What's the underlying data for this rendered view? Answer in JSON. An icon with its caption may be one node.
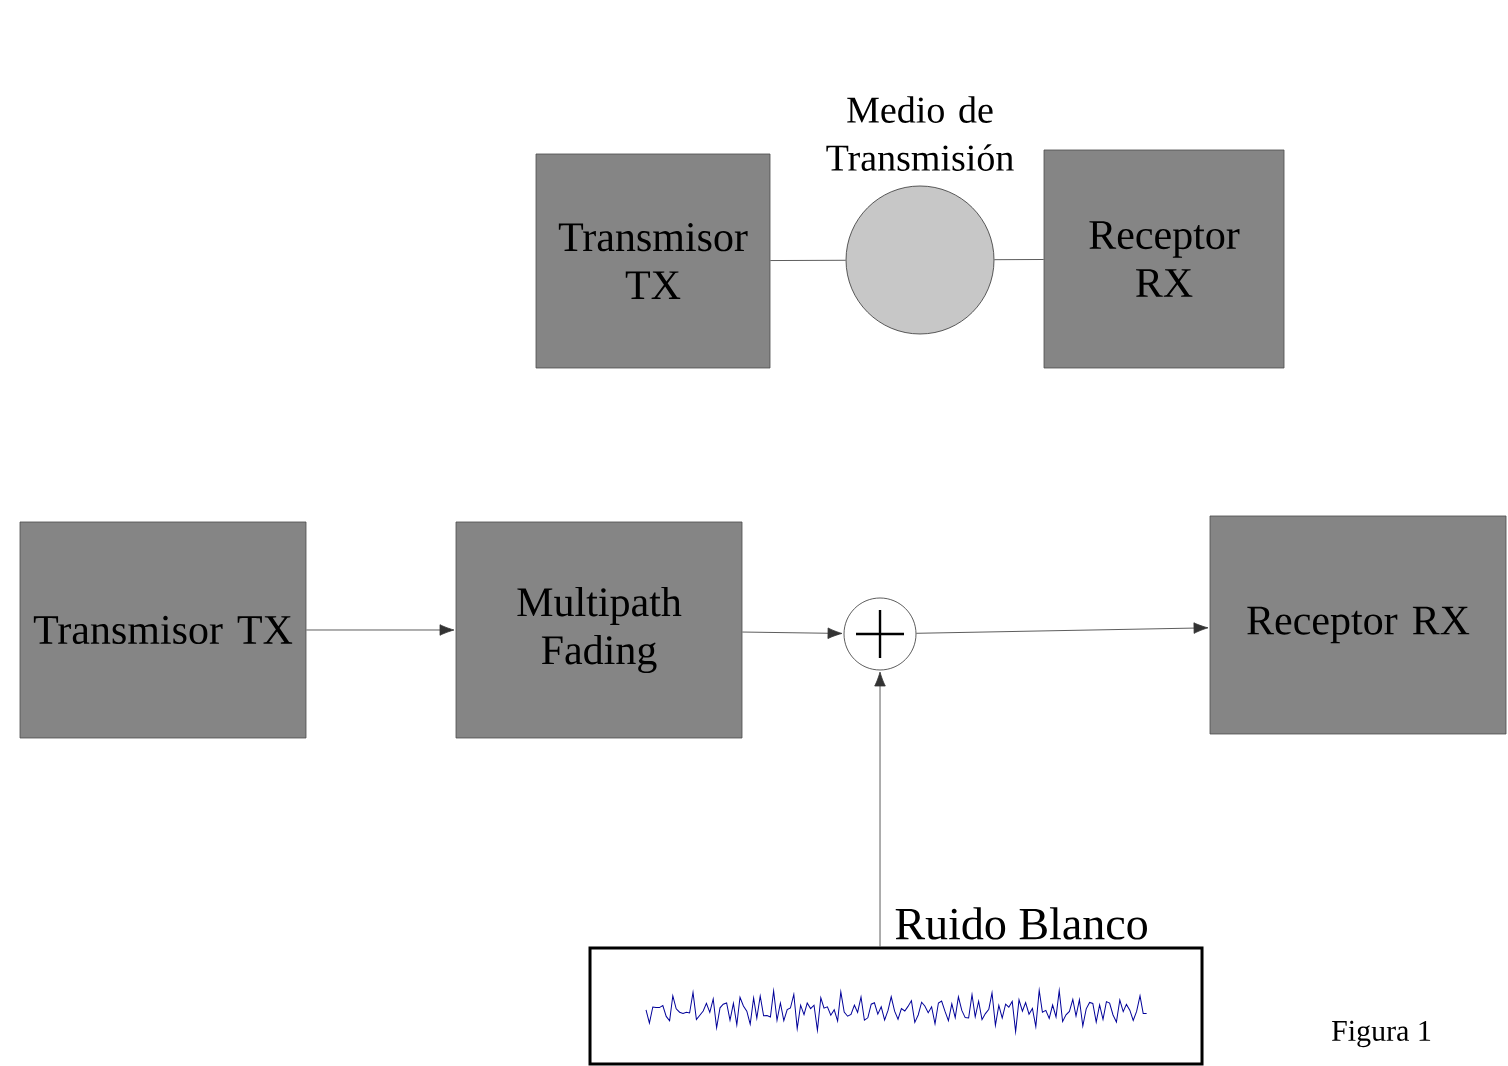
{
  "diagram": {
    "nodes": [
      {
        "text": [
          "Transmisor TX"
        ]
      },
      {
        "text": [
          "Medio de Transmisión"
        ]
      },
      {
        "text": [
          "Receptor RX"
        ]
      },
      {
        "text": [
          "Transmisor TX"
        ]
      },
      {
        "text": [
          "Multipath Fading"
        ]
      },
      {
        "text": [],
        "shape": "circle"
      },
      {
        "text": [
          "Receptor RX"
        ]
      },
      {
        "text": [
          "Ruido Blanco"
        ]
      }
    ],
    "edges": [
      {
        "from": 0,
        "to": 1,
        "arrow": "none"
      },
      {
        "from": 1,
        "to": 2,
        "arrow": "none"
      },
      {
        "from": 3,
        "to": 4,
        "arrow": "to"
      },
      {
        "from": 4,
        "to": 5,
        "arrow": "to"
      },
      {
        "from": 5,
        "to": 6,
        "arrow": "to"
      },
      {
        "from": 7,
        "to": 5,
        "arrow": "to"
      }
    ],
    "labels": [
      "Figura 1"
    ]
  }
}
